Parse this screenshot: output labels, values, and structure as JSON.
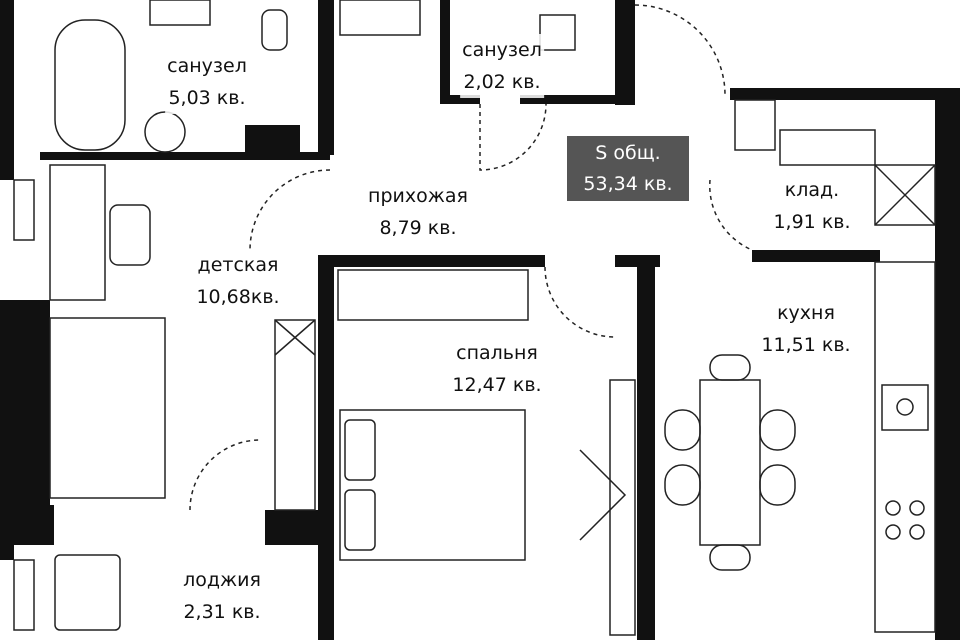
{
  "rooms": [
    {
      "name": "санузел",
      "area": "5,03 кв."
    },
    {
      "name": "санузел",
      "area": "2,02 кв."
    },
    {
      "name": "прихожая",
      "area": "8,79 кв."
    },
    {
      "name": "клад.",
      "area": "1,91 кв."
    },
    {
      "name": "детская",
      "area": "10,68кв."
    },
    {
      "name": "кухня",
      "area": "11,51 кв."
    },
    {
      "name": "спальня",
      "area": "12,47 кв."
    },
    {
      "name": "лоджия",
      "area": "2,31 кв."
    }
  ],
  "total": {
    "label": "S общ.",
    "area": "53,34 кв."
  },
  "colors": {
    "wall": "#111111",
    "badge": "#555555",
    "line": "#222222"
  }
}
